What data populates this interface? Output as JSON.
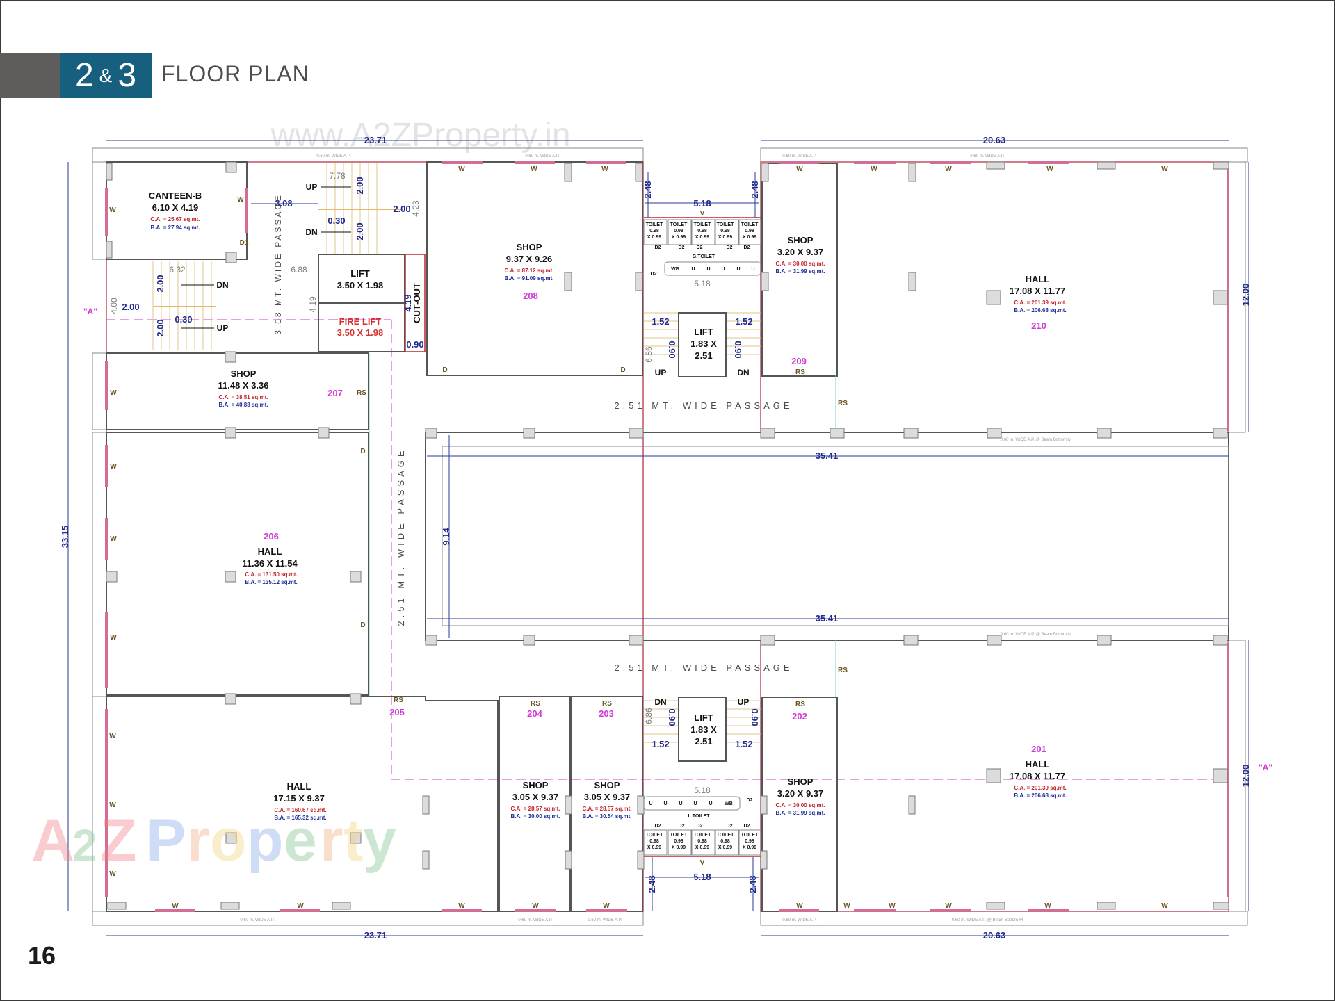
{
  "header": {
    "floor_a": "2",
    "ampersand": "&",
    "floor_b": "3",
    "title": "FLOOR PLAN"
  },
  "page_number": "16",
  "watermark": {
    "url": "www.A2ZProperty.in",
    "brand_letters": [
      "A",
      "2",
      "Z",
      " ",
      "P",
      "r",
      "o",
      "p",
      "e",
      "r",
      "t",
      "y"
    ]
  },
  "colors": {
    "header_grey": "#5f5d5c",
    "header_blue": "#175f7f",
    "carpet_area": "#c0262d",
    "built_area": "#1f2f9a",
    "unit_number": "#d23ad6",
    "dimension": "#1f2a8c",
    "window": "#d46d96"
  },
  "dimensions": {
    "top_left_width": "23.71",
    "top_right_width": "20.63",
    "bottom_left_width": "23.71",
    "bottom_right_width": "20.63",
    "overall_height": "33.15",
    "right_top_height": "12.00",
    "right_bottom_height": "12.00",
    "courtyard_width_top": "35.41",
    "courtyard_width_bottom": "35.41",
    "courtyard_height": "9.14",
    "core_width_top": "5.18",
    "core_width_top_inner": "5.18",
    "core_width_bottom": "5.18",
    "core_width_bottom_inner": "5.18",
    "core_depth": "2.48",
    "stair_flight": "1.52",
    "stair_landing": "0.90",
    "core_stair_len": "6.86",
    "nw_stair_len": "7.78",
    "nw_corridor": "3.08",
    "nw_flight": "2.00",
    "nw_landing": "0.30",
    "nw_stair_width": "4.23",
    "sw_stair_len": "6.32",
    "sw_landing_len": "6.88",
    "sw_stair_width": "4.00",
    "lift_shaft_height": "4.19",
    "cutout_width": "0.90"
  },
  "passages": {
    "north": "2.51 MT. WIDE PASSAGE",
    "south": "2.51 MT. WIDE PASSAGE",
    "west": "2.51 MT. WIDE PASSAGE",
    "stair_corridor": "3.08 MT. WIDE PASSAGE"
  },
  "section_marker": "\"A\"",
  "rooms": {
    "canteen": {
      "name": "CANTEEN-B",
      "size": "6.10 X 4.19",
      "ca": "C.A. = 25.67 sq.mt.",
      "ba": "B.A. = 27.94 sq.mt."
    },
    "lift_nw": {
      "name": "LIFT",
      "size": "3.50 X 1.98"
    },
    "fire_lift": {
      "name": "FIRE LIFT",
      "size": "3.50 X 1.98"
    },
    "cutout": {
      "name": "CUT-OUT",
      "dim": "4.19"
    },
    "u208": {
      "unit": "208",
      "name": "SHOP",
      "size": "9.37 X 9.26",
      "ca": "C.A. = 87.12 sq.mt.",
      "ba": "B.A. = 91.09 sq.mt."
    },
    "u209": {
      "unit": "209",
      "name": "SHOP",
      "size": "3.20 X 9.37",
      "ca": "C.A. = 30.00 sq.mt.",
      "ba": "B.A. = 31.99 sq.mt."
    },
    "u210": {
      "unit": "210",
      "name": "HALL",
      "size": "17.08 X 11.77",
      "ca": "C.A. = 201.39 sq.mt.",
      "ba": "B.A. = 206.68 sq.mt."
    },
    "u207": {
      "unit": "207",
      "name": "SHOP",
      "size": "11.48 X 3.36",
      "ca": "C.A. = 38.51 sq.mt.",
      "ba": "B.A. = 40.88 sq.mt."
    },
    "u206": {
      "unit": "206",
      "name": "HALL",
      "size": "11.36 X 11.54",
      "ca": "C.A. = 131.50 sq.mt.",
      "ba": "B.A. = 135.12 sq.mt."
    },
    "u205": {
      "unit": "205",
      "name": "HALL",
      "size": "17.15 X 9.37",
      "ca": "C.A. = 160.67 sq.mt.",
      "ba": "B.A. = 165.32 sq.mt."
    },
    "u204": {
      "unit": "204",
      "name": "SHOP",
      "size": "3.05 X 9.37",
      "ca": "C.A. = 28.57 sq.mt.",
      "ba": "B.A. = 30.00 sq.mt."
    },
    "u203": {
      "unit": "203",
      "name": "SHOP",
      "size": "3.05 X 9.37",
      "ca": "C.A. = 28.57 sq.mt.",
      "ba": "B.A. = 30.54 sq.mt."
    },
    "u202": {
      "unit": "202",
      "name": "SHOP",
      "size": "3.20 X 9.37",
      "ca": "C.A. = 30.00 sq.mt.",
      "ba": "B.A. = 31.99 sq.mt."
    },
    "u201": {
      "unit": "201",
      "name": "HALL",
      "size": "17.08 X 11.77",
      "ca": "C.A. = 201.39 sq.mt.",
      "ba": "B.A. = 206.68 sq.mt."
    },
    "core_lift_n": {
      "name": "LIFT",
      "size_a": "1.83 X",
      "size_b": "2.51"
    },
    "core_lift_s": {
      "name": "LIFT",
      "size_a": "1.83 X",
      "size_b": "2.51"
    }
  },
  "toilets": {
    "label": "TOILET",
    "size_a": "0.98",
    "size_b": "X 0.99",
    "door": "D2",
    "g_toilet": "G.TOILET",
    "l_toilet": "L.TOILET",
    "wb": "WB",
    "urinal": "U",
    "vent": "V"
  },
  "labels": {
    "window": "W",
    "door": "D",
    "door1": "D1",
    "rs": "RS",
    "up": "UP",
    "dn": "DN",
    "ap_wide": "0.60 m. WIDE A.P.",
    "ap_beam": "0.60 m. WIDE A.P. @ Beam Bottom lvl"
  }
}
